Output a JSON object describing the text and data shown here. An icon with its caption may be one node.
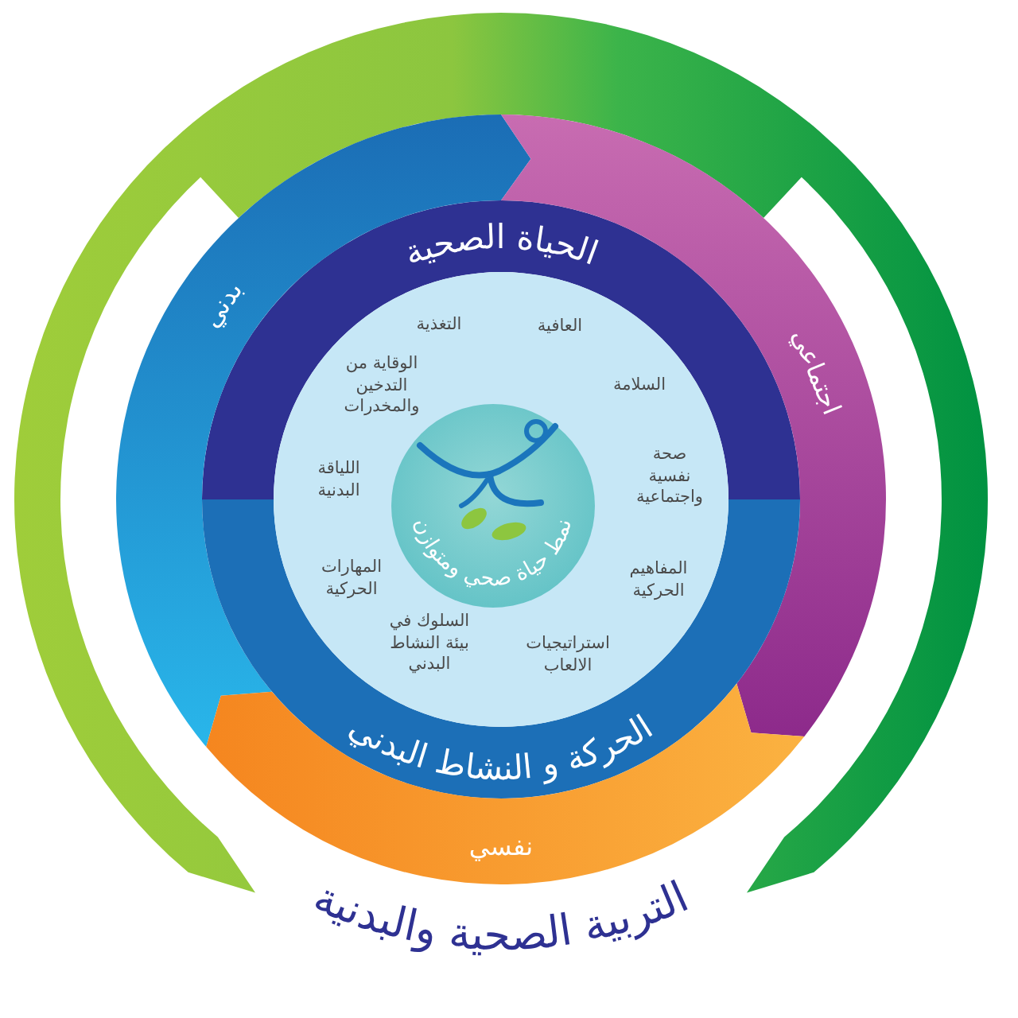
{
  "diagram": {
    "title": "التربية الصحية والبدنية",
    "nodes": [
      {
        "text": [
          "الحياة الصحية"
        ]
      },
      {
        "text": [
          "بدني"
        ]
      },
      {
        "text": [
          "اجتماعي"
        ]
      },
      {
        "text": [
          "العافية",
          "التغذية",
          "السلامة",
          "الوقاية من التدخين والمخدرات",
          "صحة نفسية واجتماعية",
          "اللياقة البدنية",
          "المفاهيم الحركية",
          "المهارات الحركية",
          "استراتيجيات الالعاب",
          "السلوك في بيئة النشاط البدني"
        ]
      },
      {
        "text": [
          "نمط حياة صحي ومتوازن"
        ],
        "in": 3
      },
      {
        "text": [
          "الحركة و النشاط البدني"
        ]
      },
      {
        "text": [
          "نفسي"
        ]
      }
    ]
  }
}
